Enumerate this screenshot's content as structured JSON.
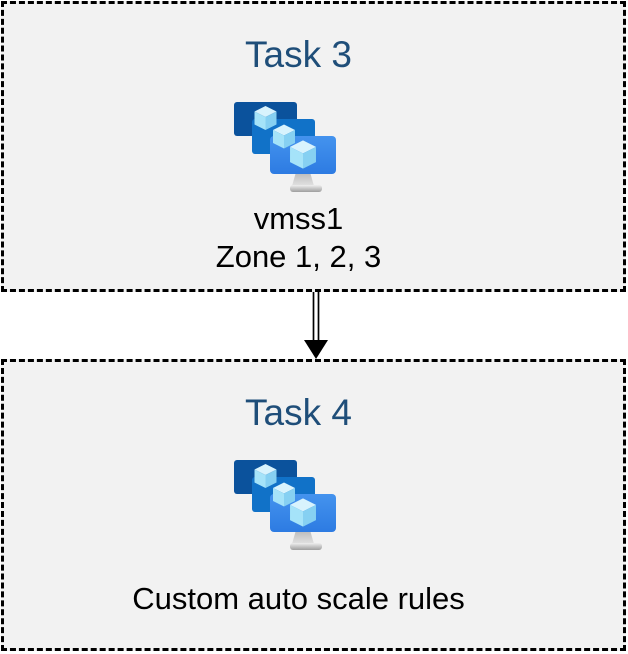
{
  "boxes": [
    {
      "title": "Task 3",
      "icon": "vm-scale-sets-icon",
      "caption_lines": [
        "vmss1",
        "Zone 1, 2, 3"
      ]
    },
    {
      "title": "Task 4",
      "icon": "vm-scale-sets-icon",
      "caption_lines": [
        "Custom auto scale rules"
      ]
    }
  ],
  "connector": {
    "type": "double-line-arrow",
    "direction": "down",
    "from": "Task 3",
    "to": "Task 4"
  },
  "colors": {
    "page_bg": "#ffffff",
    "box_fill": "#f2f2f2",
    "box_border": "#000000",
    "title_text": "#1f4e79",
    "caption_text": "#000000",
    "monitor_back": "#0b529c",
    "monitor_middle": "#1172c8",
    "monitor_front_top": "#4493ee",
    "monitor_front_bottom": "#2d7be2",
    "cube_top": "#d8f3fd",
    "cube_left": "#a5e3f9",
    "cube_right": "#86d0f2",
    "arrow_color": "#000000"
  }
}
